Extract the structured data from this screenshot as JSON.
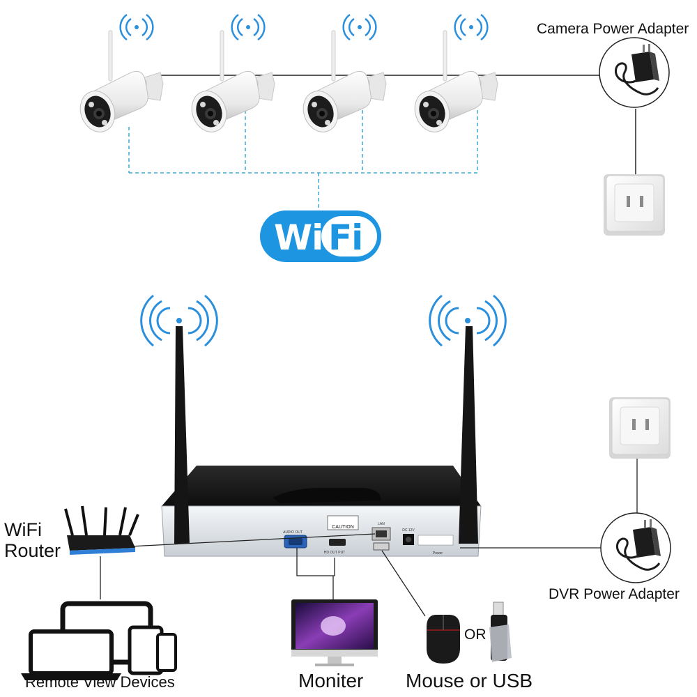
{
  "labels": {
    "camera_power_adapter": "Camera Power Adapter",
    "dvr_power_adapter": "DVR Power Adapter",
    "wifi_router": "WiFi Router",
    "remote_view_devices": "Remote View Devices",
    "monitor": "Moniter",
    "mouse_or_usb": "Mouse or USB",
    "or": "OR"
  },
  "wifi_logo": {
    "wi": "Wi",
    "fi": "Fi"
  },
  "dvr_panel": {
    "caution": "CAUTION",
    "audio_out": "AUDIO OUT",
    "hd_out": "HD OUT PUT",
    "lan": "LAN",
    "dc12v": "DC 12V",
    "power": "Power"
  },
  "colors": {
    "wifi_blue": "#1e95e0",
    "signal_blue": "#2a8fdc",
    "dashed_link": "#3fa9d9",
    "dvr_body": "#1a1a1a",
    "line": "#222222"
  },
  "icons": {
    "camera": "bullet-camera-icon",
    "adapter": "power-adapter-icon",
    "socket": "wall-socket-icon",
    "router": "router-icon",
    "laptop": "laptop-icon",
    "tablet": "tablet-icon",
    "phone": "phone-icon",
    "monitor": "monitor-icon",
    "mouse": "mouse-icon",
    "usb": "usb-drive-icon",
    "wifi_signal": "wifi-signal-icon"
  }
}
